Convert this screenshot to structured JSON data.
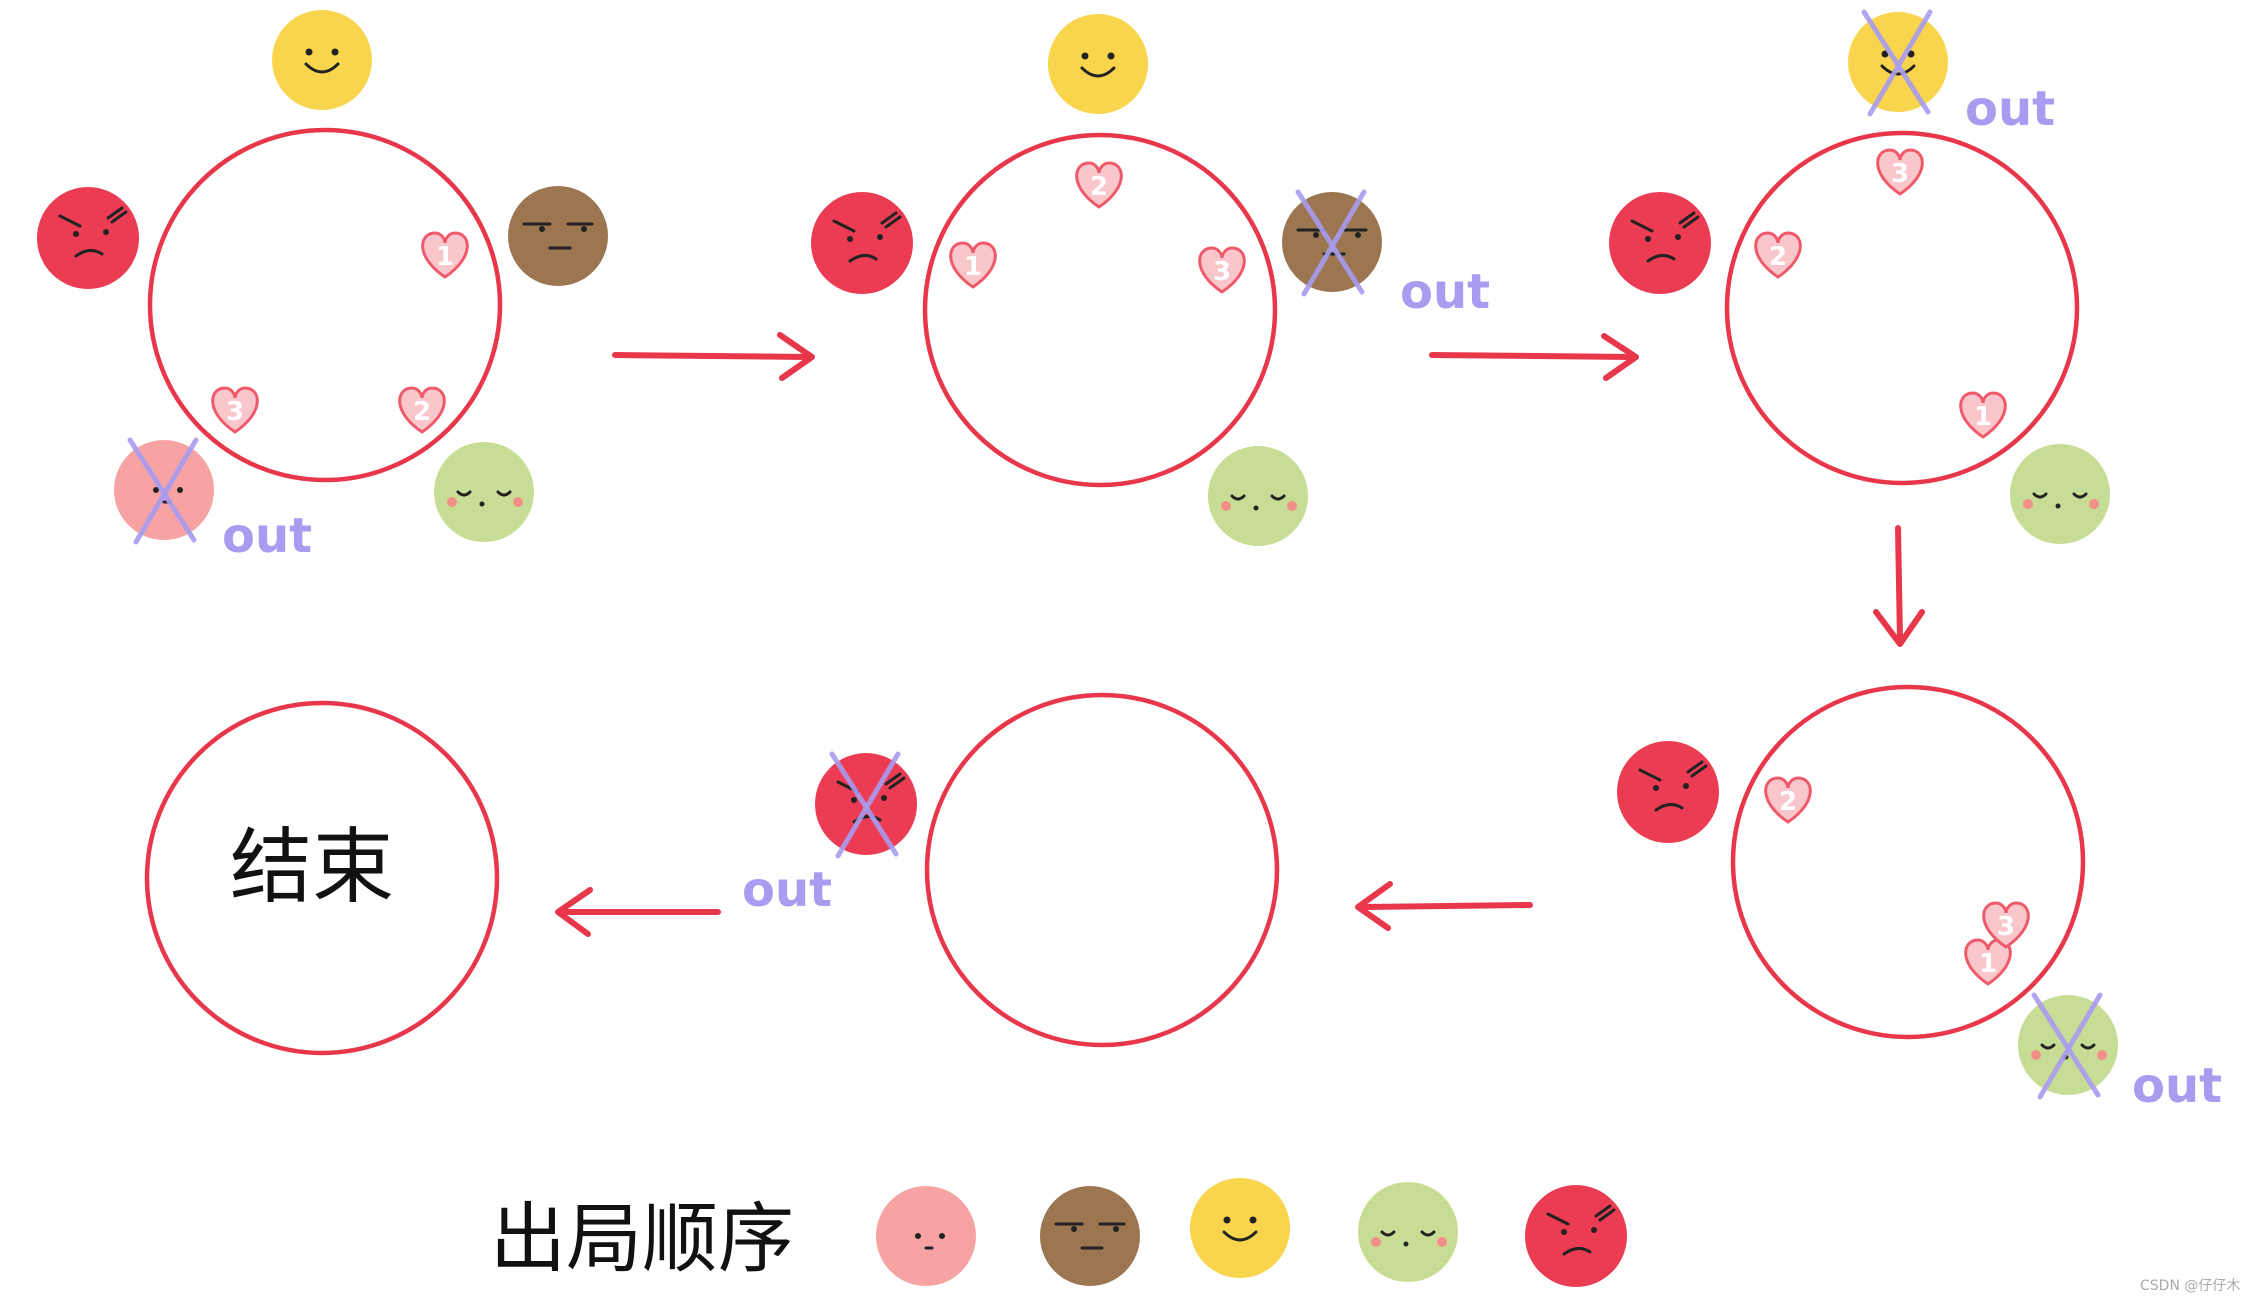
{
  "out_label": "out",
  "end_label": "结束",
  "order_label": "出局顺序",
  "heart_labels": [
    "1",
    "2",
    "3"
  ],
  "watermark": "CSDN @仔仔木",
  "colors": {
    "ring": "#e8364a",
    "arrow": "#e8364a",
    "cross": "#a89cf0",
    "pink": "#f7a3a3",
    "brown": "#9c7650",
    "yellow": "#f8d54c",
    "green": "#c7dd95",
    "red": "#ec3c54",
    "heart_fill": "#f9c6cc",
    "heart_stroke": "#ef5a6b"
  },
  "faces": [
    "pink",
    "brown",
    "yellow",
    "green",
    "red"
  ],
  "elimination_order": [
    "pink",
    "brown",
    "yellow",
    "green",
    "red"
  ]
}
